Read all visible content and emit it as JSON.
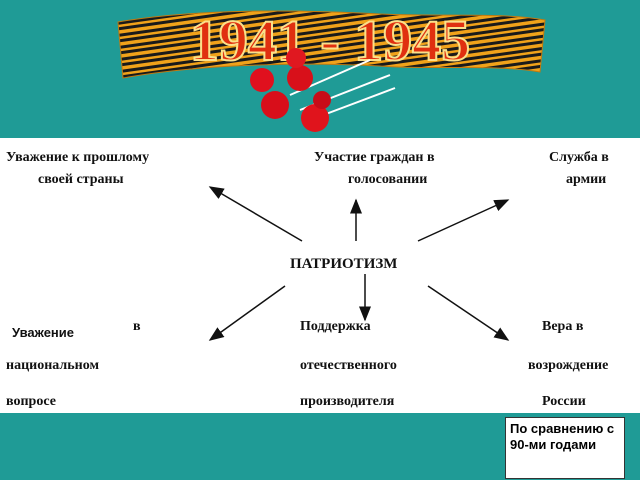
{
  "banner": {
    "years": "1941 - 1945"
  },
  "center": "ПАТРИОТИЗМ",
  "top_left": {
    "line1": "Уважение  к прошлому",
    "line2": "своей страны"
  },
  "top_mid": {
    "line1": "Участие граждан в",
    "line2": "голосовании"
  },
  "top_right": {
    "line1": "Служба в",
    "line2": "армии"
  },
  "bottom_left": {
    "word1": "Уважение",
    "word2": "в",
    "line2": "национальном",
    "line3": "вопросе"
  },
  "bottom_mid": {
    "line1": "Поддержка",
    "line2": "отечественного",
    "line3": "производителя"
  },
  "bottom_right": {
    "line1": "Вера в",
    "line2": "возрождение",
    "line3": "России"
  },
  "note": "По сравнению с 90-ми годами"
}
